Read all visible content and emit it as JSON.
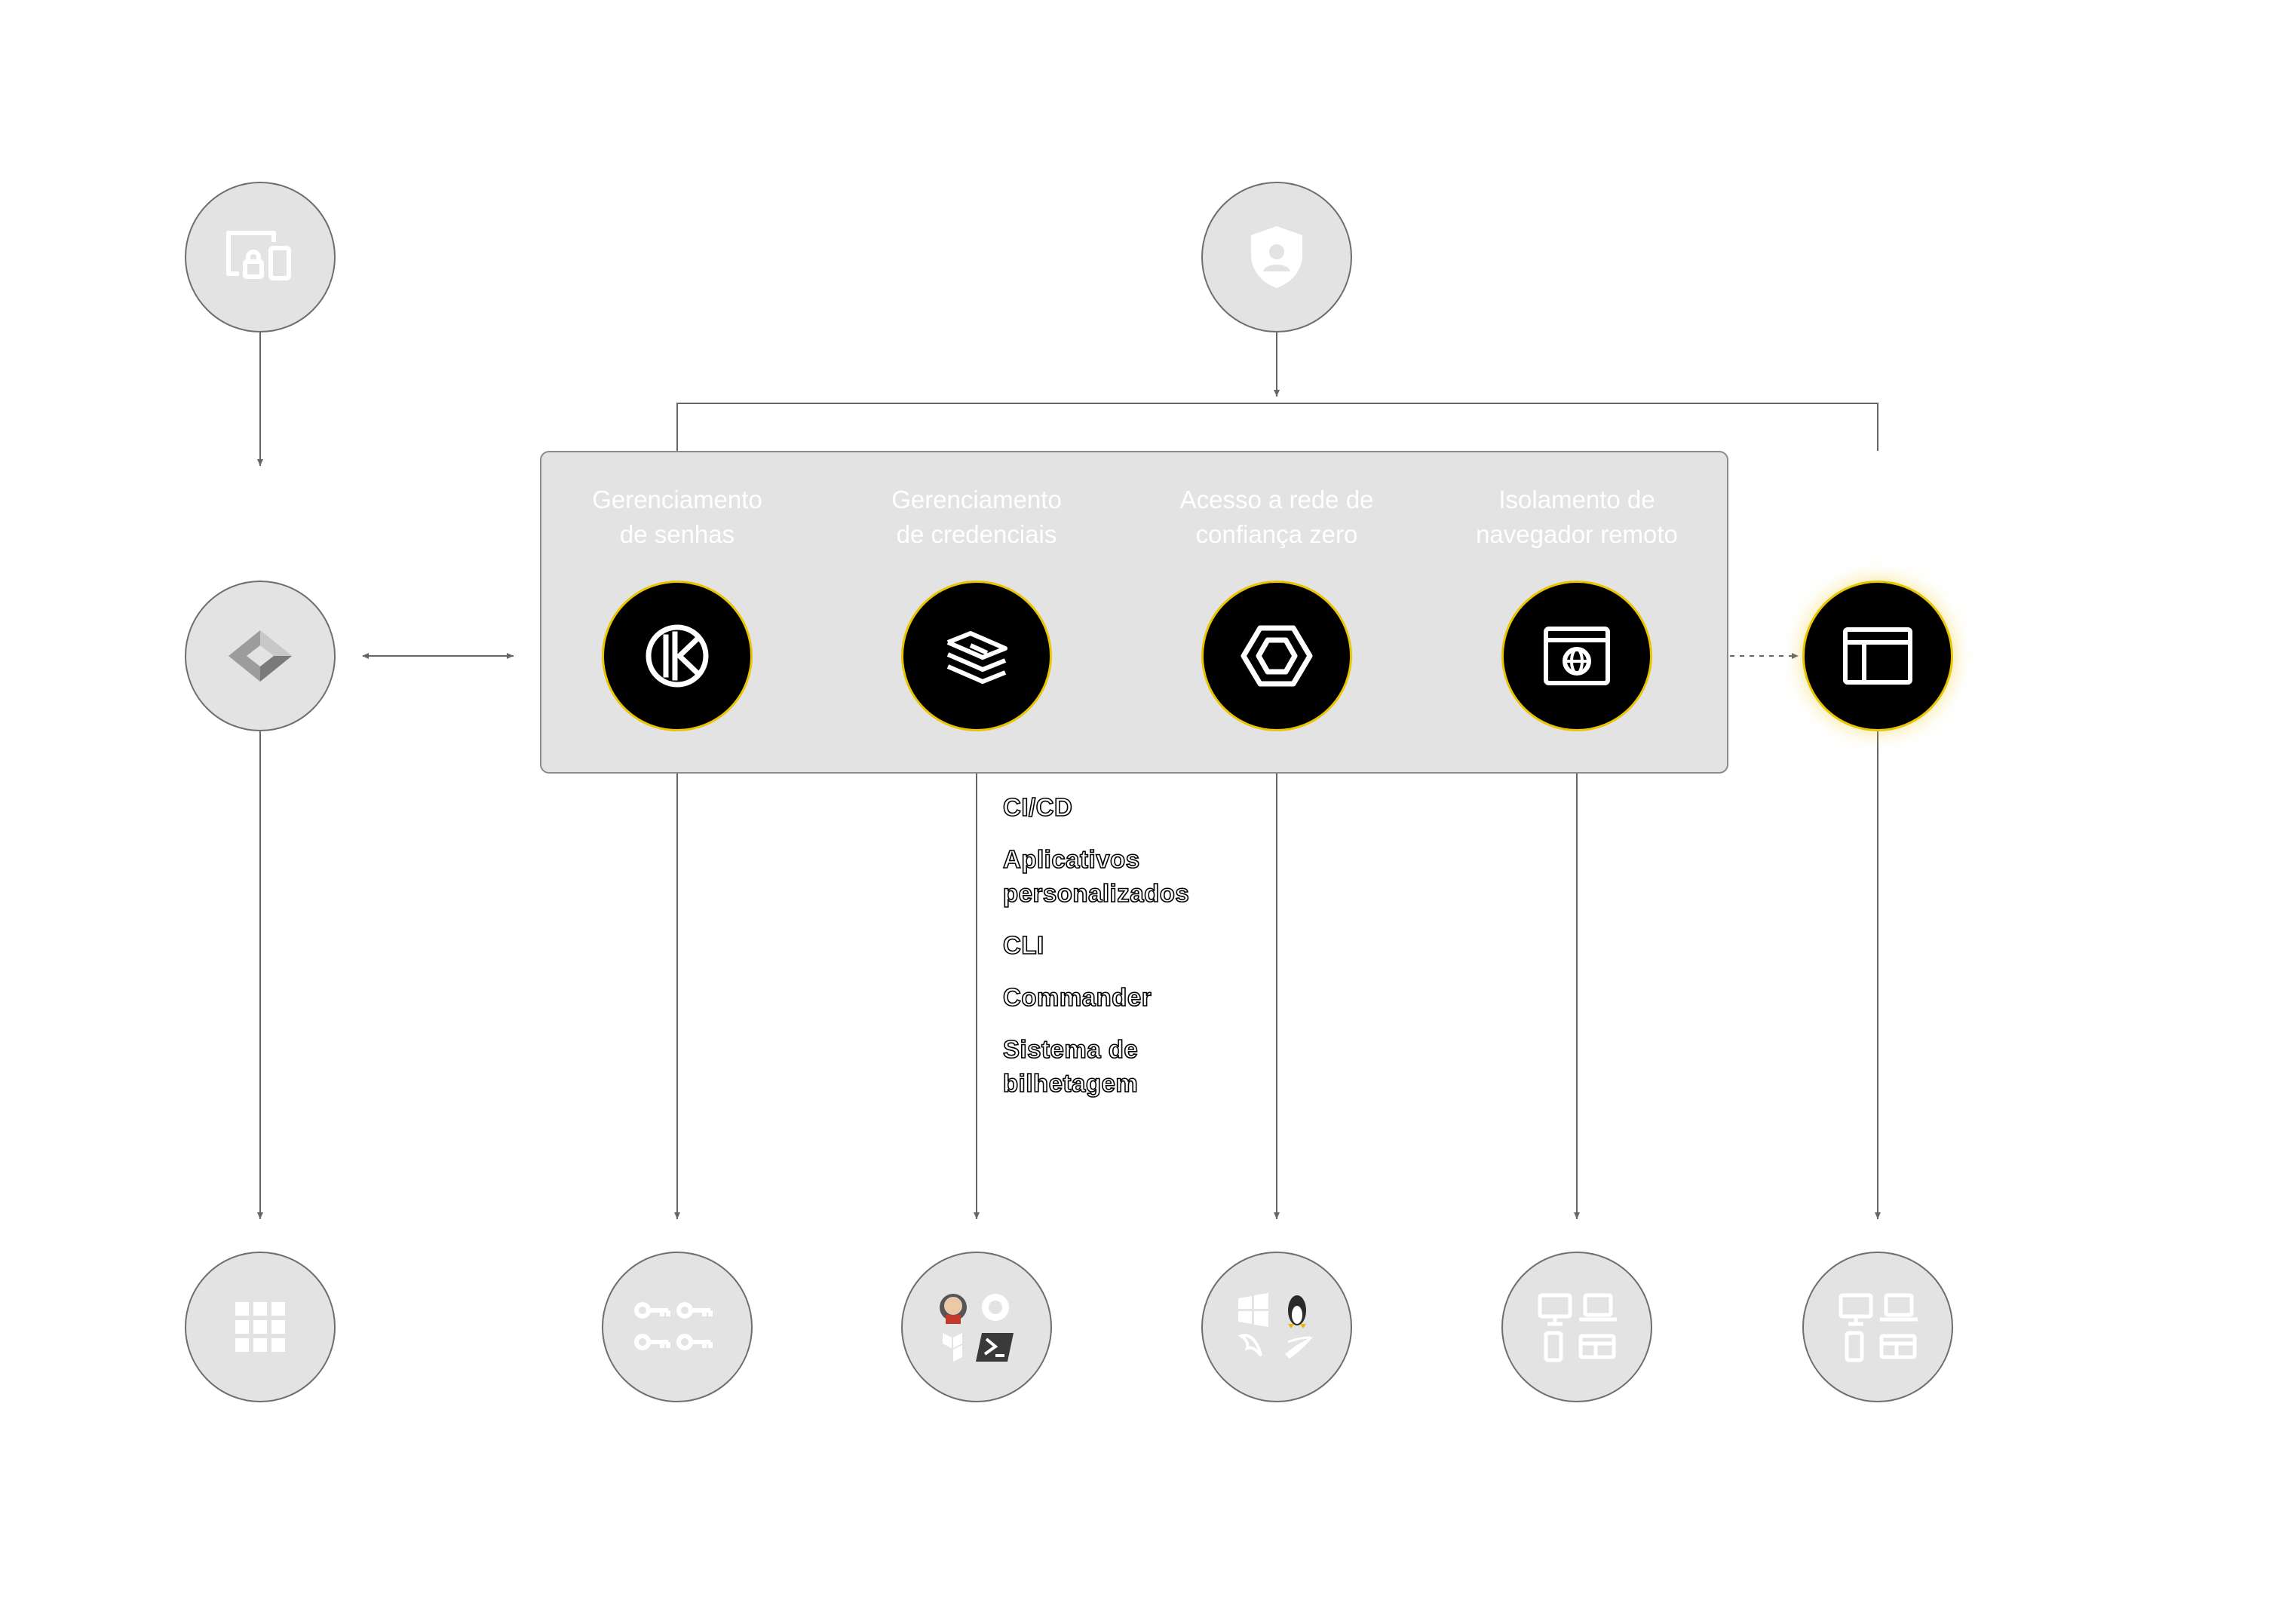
{
  "colors": {
    "panel": "#e3e3e3",
    "node_dark": "#000000",
    "node_border": "#e9c400",
    "line": "#666666",
    "icon_light": "#ffffff"
  },
  "row_top": [
    {
      "name": "device-access-node",
      "icon": "devices-lock-icon"
    },
    {
      "name": "identity-provider-node",
      "icon": "shield-user-icon"
    }
  ],
  "gateway_node": {
    "icon": "diamond-logo-icon"
  },
  "products": [
    {
      "label": "Gerenciamento\nde senhas",
      "icon": "keeper-logo-icon"
    },
    {
      "label": "Gerenciamento\nde credenciais",
      "icon": "secrets-stack-icon"
    },
    {
      "label": "Acesso a rede de\nconfiança zero",
      "icon": "hexagon-connection-icon"
    },
    {
      "label": "Isolamento de\nnavegador remoto",
      "icon": "browser-globe-icon"
    }
  ],
  "isolated_browser_node": {
    "icon": "browser-window-icon"
  },
  "integrations": [
    "CI/CD",
    "Aplicativos\npersonalizados",
    "CLI",
    "Commander",
    "Sistema de\nbilhetagem"
  ],
  "bottom_nodes": [
    {
      "name": "apps-grid-node",
      "icon": "app-grid-icon"
    },
    {
      "name": "passwords-node",
      "icon": "keys-icon"
    },
    {
      "name": "devops-tools-node",
      "icon": "devops-logos-icon"
    },
    {
      "name": "infrastructure-node",
      "icon": "os-database-logos-icon"
    },
    {
      "name": "endpoints-node",
      "icon": "devices-icon"
    },
    {
      "name": "endpoints-isolated-node",
      "icon": "devices-icon"
    }
  ]
}
